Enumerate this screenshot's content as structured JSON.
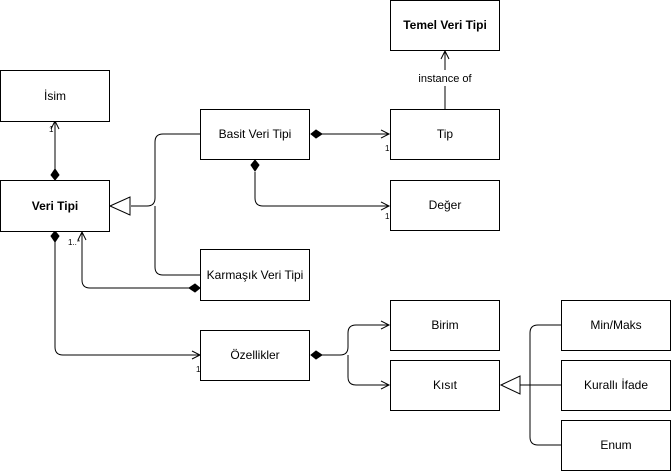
{
  "nodes": {
    "isim": "İsim",
    "veri_tipi": "Veri Tipi",
    "basit": "Basit Veri Tipi",
    "karmasik": "Karmaşık Veri Tipi",
    "temel": "Temel Veri Tipi",
    "tip": "Tip",
    "deger": "Değer",
    "ozellikler": "Özellikler",
    "birim": "Birim",
    "kisit": "Kısıt",
    "minmaks": "Min/Maks",
    "kuralli": "Kurallı İfade",
    "enum": "Enum"
  },
  "labels": {
    "instance_of": "instance of",
    "mult_isim": "1",
    "mult_tip": "1",
    "mult_deger": "1",
    "mult_ozellikler": "1",
    "mult_karmasik": "1..*"
  }
}
